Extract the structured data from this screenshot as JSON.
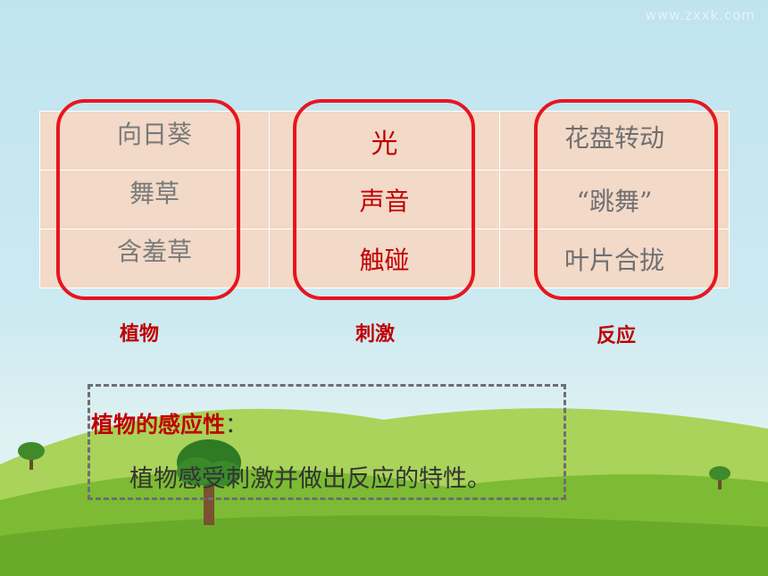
{
  "watermark": "www.zxxk.com",
  "table": {
    "rows": [
      {
        "plant": "向日葵",
        "stimulus": "光",
        "response": "花盘转动"
      },
      {
        "plant": "舞草",
        "stimulus": "声音",
        "response": "“跳舞”"
      },
      {
        "plant": "含羞草",
        "stimulus": "触碰",
        "response": "叶片合拢"
      }
    ]
  },
  "column_labels": {
    "plant": "植物",
    "stimulus": "刺激",
    "response": "反应"
  },
  "definition": {
    "term": "植物的感应性",
    "colon": "：",
    "text": "植物感受刺激并做出反应的特性。"
  },
  "colors": {
    "highlight_ring": "#e8151e",
    "label_red": "#c00000",
    "table_fill": "#f2d9c8"
  }
}
